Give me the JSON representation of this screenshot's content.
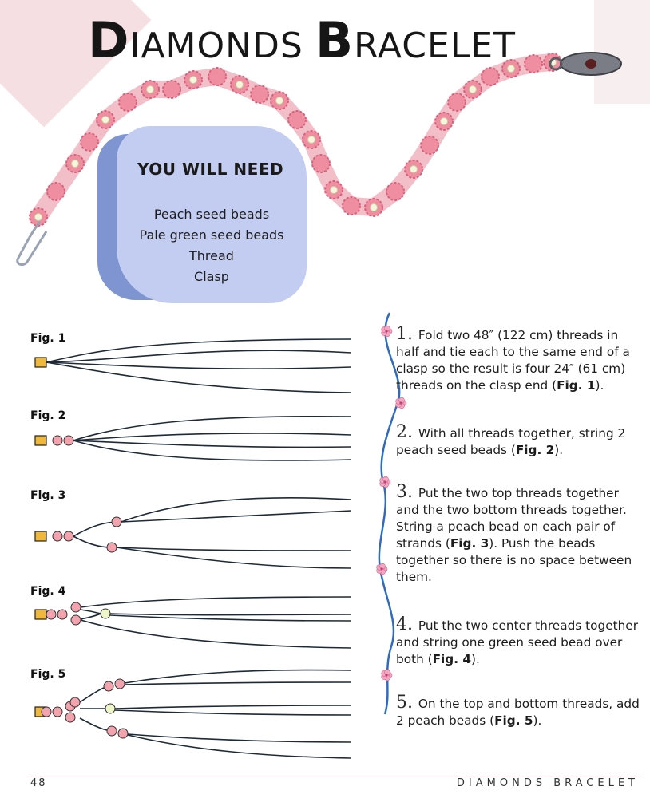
{
  "page": {
    "title_d": "D",
    "title_rest": "IAMONDS ",
    "title_b": "B",
    "title_end": "RACELET"
  },
  "materials": {
    "heading": "YOU WILL NEED",
    "items": [
      "Peach seed beads",
      "Pale green seed beads",
      "Thread",
      "Clasp"
    ]
  },
  "figures": [
    {
      "label": "Fig. 1"
    },
    {
      "label": "Fig. 2"
    },
    {
      "label": "Fig. 3"
    },
    {
      "label": "Fig. 4"
    },
    {
      "label": "Fig. 5"
    }
  ],
  "steps": [
    {
      "number": "1.",
      "text_a": "Fold two 48″ (122 cm) threads in half and tie each to the same end of a clasp so the result is four 24″ (61 cm) threads on the clasp end (",
      "ref": "Fig. 1",
      "text_b": ")."
    },
    {
      "number": "2.",
      "text_a": "With all threads together, string 2 peach seed beads (",
      "ref": "Fig. 2",
      "text_b": ")."
    },
    {
      "number": "3.",
      "text_a": "Put the two top threads together and the two bottom threads together. String a peach bead on each pair of strands (",
      "ref": "Fig. 3",
      "text_b": "). Push the beads together so there is no space between them."
    },
    {
      "number": "4.",
      "text_a": "Put the two center threads together and string one green seed bead over both (",
      "ref": "Fig. 4",
      "text_b": ")."
    },
    {
      "number": "5.",
      "text_a": "On the top and bottom threads, add 2 peach beads (",
      "ref": "Fig. 5",
      "text_b": ")."
    }
  ],
  "footer": {
    "page_number": "48",
    "running_title": "DIAMONDS BRACELET"
  },
  "colors": {
    "peach_bead": "#f2a3ae",
    "green_bead": "#eef5c8",
    "clasp_block": "#f0b83a",
    "vine": "#2f6cc0",
    "panel": "#c3cdf2",
    "panel_shadow": "#7e95d2"
  }
}
